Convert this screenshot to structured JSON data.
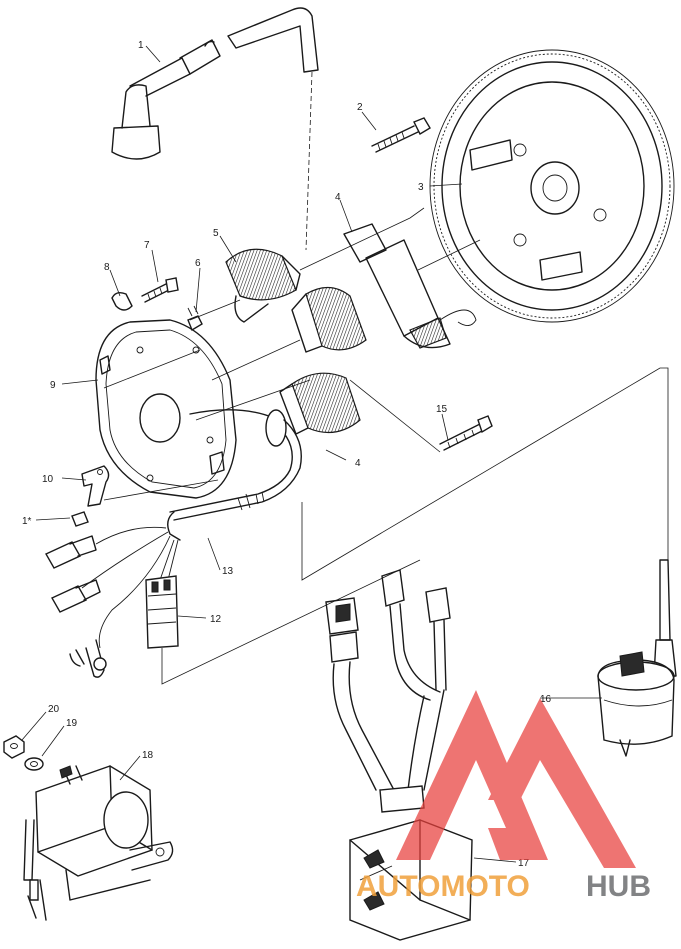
{
  "diagram": {
    "callouts": {
      "c1": "1",
      "c2": "2",
      "c3": "3",
      "c4a": "4",
      "c4b": "4",
      "c5": "5",
      "c6": "6",
      "c7": "7",
      "c8": "8",
      "c9": "9",
      "c10": "10",
      "c11": "1*",
      "c12": "12",
      "c13": "13",
      "c15": "15",
      "c16": "16",
      "c17": "17",
      "c18": "18",
      "c19": "19",
      "c20": "20"
    }
  },
  "watermark": {
    "brand_part1": "AUTOMOTO",
    "brand_part2": "HUB",
    "accent_color": "#e8403c",
    "orange_color": "#f0a03c",
    "gray_color": "#6d6e70"
  }
}
